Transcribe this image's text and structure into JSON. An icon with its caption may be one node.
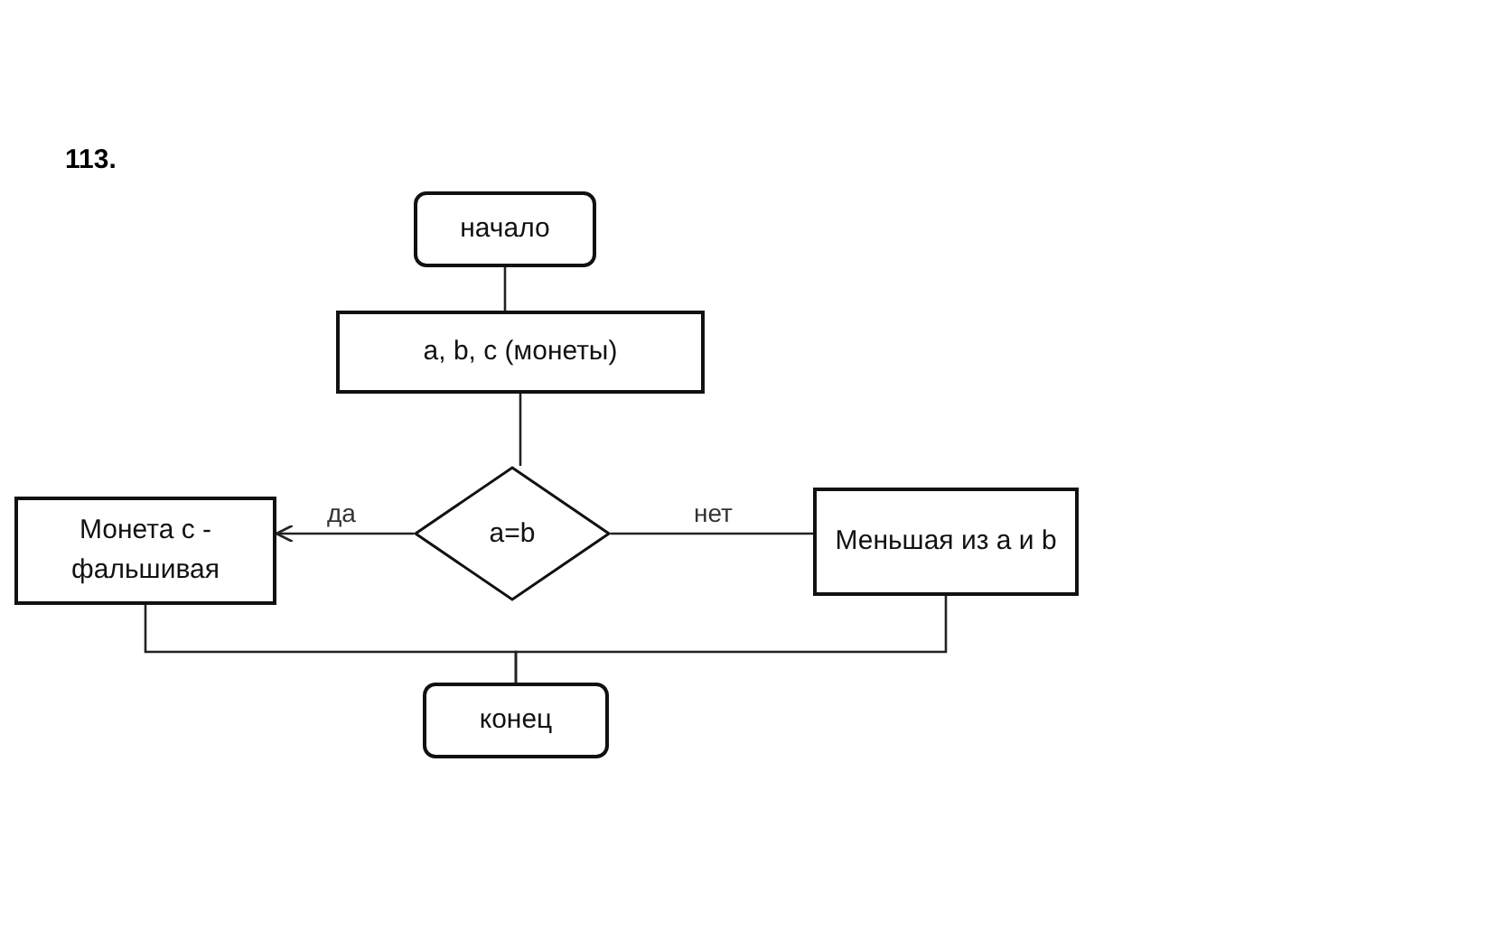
{
  "diagram": {
    "nodes": [
      {
        "text": [
          "начало"
        ]
      },
      {
        "text": [
          "a, b, c (монеты)"
        ]
      },
      {
        "text": [
          "a=b"
        ]
      },
      {
        "text": [
          "Монета c - фальшивая"
        ]
      },
      {
        "text": [
          "Меньшая из a и b"
        ]
      },
      {
        "text": [
          "конец"
        ]
      }
    ],
    "edges": [
      {
        "from": 0,
        "to": 1,
        "arrow": "none"
      },
      {
        "from": 1,
        "to": 2,
        "arrow": "none"
      },
      {
        "from": 2,
        "to": 3,
        "label": "да",
        "arrow": "to"
      },
      {
        "from": 2,
        "to": 4,
        "label": "нет",
        "arrow": "none"
      },
      {
        "from": 3,
        "to": 5,
        "arrow": "none"
      },
      {
        "from": 4,
        "to": 5,
        "arrow": "none"
      }
    ],
    "labels": [
      "113."
    ]
  }
}
